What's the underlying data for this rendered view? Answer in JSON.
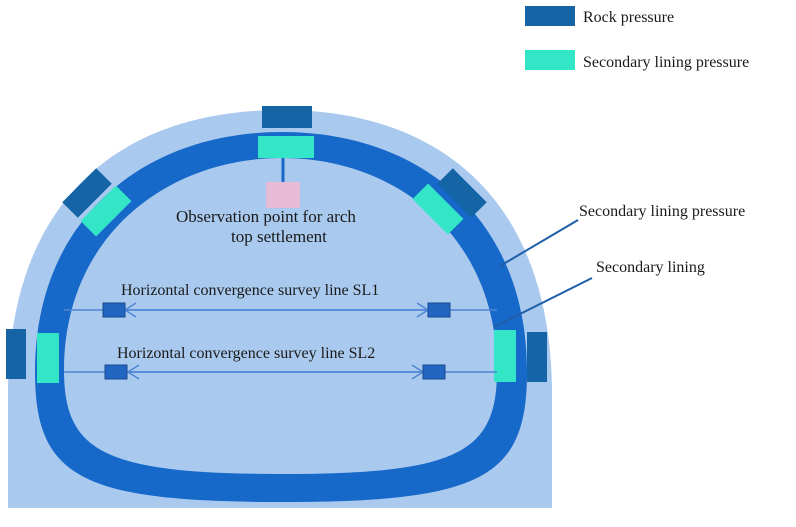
{
  "legend": {
    "rock_pressure": "Rock pressure",
    "secondary_lining_pressure": "Secondary lining pressure"
  },
  "annotations": {
    "secondary_lining_pressure": "Secondary lining pressure",
    "secondary_lining": "Secondary lining",
    "observation_line1": "Observation point for arch",
    "observation_line2": "top settlement",
    "survey_line_sl1": "Horizontal convergence survey line SL1",
    "survey_line_sl2": "Horizontal convergence survey line SL2"
  },
  "colors": {
    "outer_support": "#a9c9ee",
    "secondary_lining": "#1769c9",
    "rock_pressure_gauge": "#1565a6",
    "lining_pressure_gauge": "#33e6c8",
    "survey_point": "#2266c2",
    "survey_line": "#4f86d6",
    "settlement_point": "#e7bbd6",
    "leader_line": "#1f5fa8"
  }
}
